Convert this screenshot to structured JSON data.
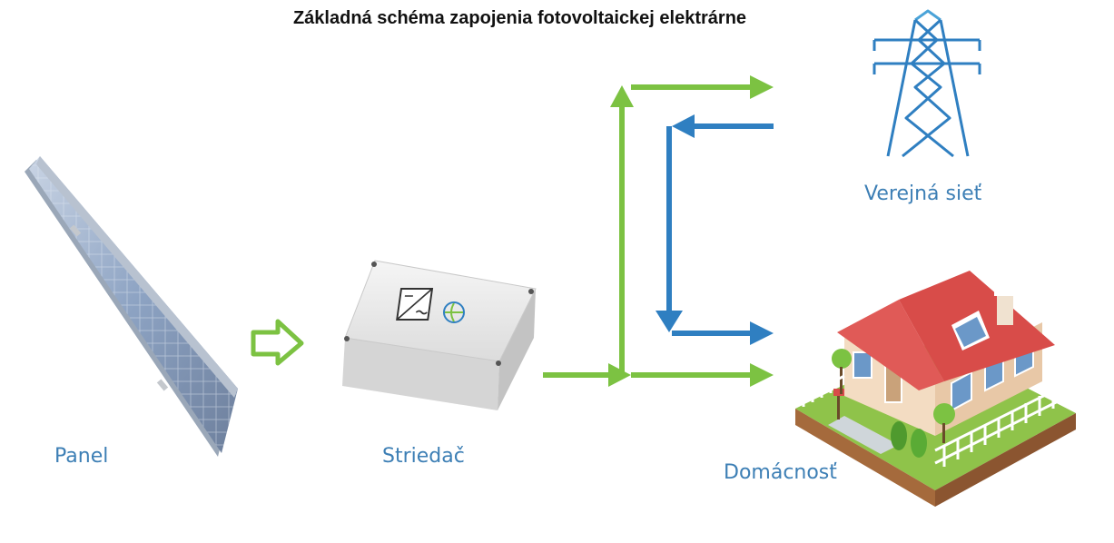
{
  "title": "Základná schéma zapojenia fotovoltaickej elektrárne",
  "colors": {
    "green": "#7cc242",
    "blue": "#2f7fc1",
    "label": "#3d7fb5",
    "roof": "#d84c49"
  },
  "nodes": {
    "panel": {
      "label": "Panel",
      "icon": "solar-panel-icon"
    },
    "inverter": {
      "label": "Striedač",
      "icon": "inverter-box-icon"
    },
    "grid": {
      "label": "Verejná sieť",
      "icon": "power-pylon-icon"
    },
    "home": {
      "label": "Domácnosť",
      "icon": "house-icon"
    }
  }
}
